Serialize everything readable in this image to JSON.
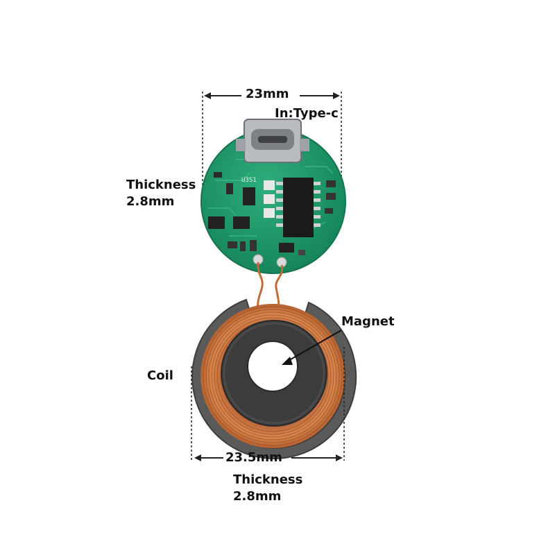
{
  "annotations": {
    "top_width": "23mm",
    "input": "In:Type-c",
    "pcb_thickness_label": "Thickness",
    "pcb_thickness_value": "2.8mm",
    "magnet": "Magnet",
    "coil": "Coil",
    "coil_width": "23.5mm",
    "coil_thickness_label": "Thickness",
    "coil_thickness_value": "2.8mm"
  },
  "board": {
    "silkscreen": "U3S1"
  },
  "colors": {
    "pcb": "#1f9a6a",
    "pcb_trace": "#38b184",
    "copper": "#c8743f",
    "ferrite": "#4f4f4f",
    "magnet": "#3a3a3a"
  }
}
